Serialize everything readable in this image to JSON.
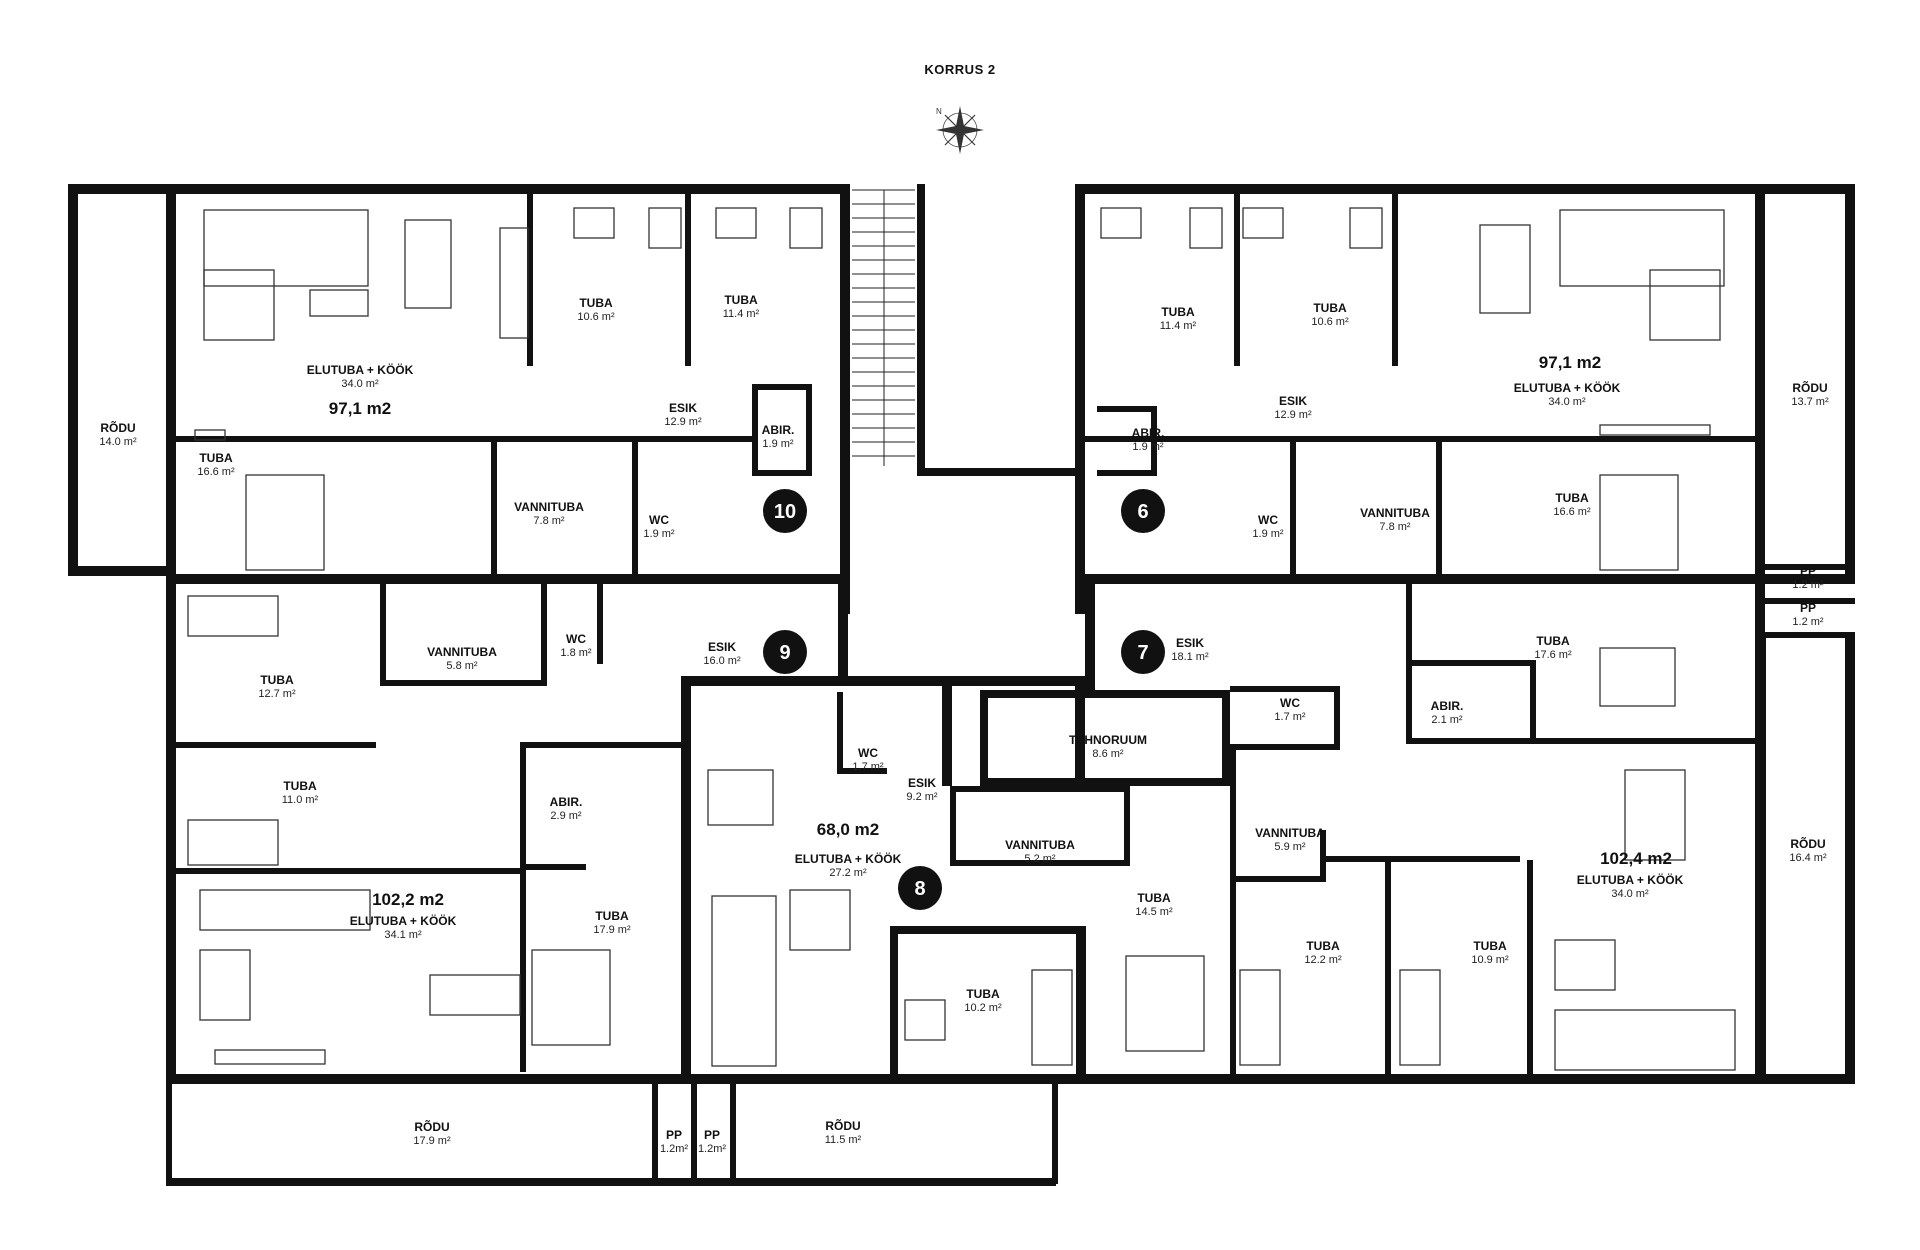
{
  "title": "KORRUS 2",
  "compass": {
    "north_label": "N",
    "icon": "compass-rose-icon"
  },
  "colors": {
    "wall": "#111111",
    "background": "#ffffff",
    "badge": "#111111"
  },
  "apartments": [
    {
      "number": "10",
      "area": "97,1 m2"
    },
    {
      "number": "6",
      "area": "97,1 m2"
    },
    {
      "number": "9",
      "area": "102,2 m2"
    },
    {
      "number": "7",
      "area": "102,4 m2"
    },
    {
      "number": "8",
      "area": "68,0 m2"
    }
  ],
  "rooms": {
    "a10_rodu": {
      "name": "RÕDU",
      "area": "14.0 m²"
    },
    "a10_elutuba": {
      "name": "ELUTUBA + KÖÖK",
      "area": "34.0 m²"
    },
    "a10_tuba1": {
      "name": "TUBA",
      "area": "10.6 m²"
    },
    "a10_tuba2": {
      "name": "TUBA",
      "area": "11.4 m²"
    },
    "a10_esik": {
      "name": "ESIK",
      "area": "12.9 m²"
    },
    "a10_abir": {
      "name": "ABIR.",
      "area": "1.9 m²"
    },
    "a10_tuba3": {
      "name": "TUBA",
      "area": "16.6 m²"
    },
    "a10_vannituba": {
      "name": "VANNITUBA",
      "area": "7.8 m²"
    },
    "a10_wc": {
      "name": "WC",
      "area": "1.9 m²"
    },
    "a6_tuba1": {
      "name": "TUBA",
      "area": "11.4 m²"
    },
    "a6_tuba2": {
      "name": "TUBA",
      "area": "10.6 m²"
    },
    "a6_elutuba": {
      "name": "ELUTUBA + KÖÖK",
      "area": "34.0 m²"
    },
    "a6_rodu": {
      "name": "RÕDU",
      "area": "13.7 m²"
    },
    "a6_esik": {
      "name": "ESIK",
      "area": "12.9 m²"
    },
    "a6_abir": {
      "name": "ABIR.",
      "area": "1.9 m²"
    },
    "a6_wc": {
      "name": "WC",
      "area": "1.9 m²"
    },
    "a6_vannituba": {
      "name": "VANNITUBA",
      "area": "7.8 m²"
    },
    "a6_tuba3": {
      "name": "TUBA",
      "area": "16.6 m²"
    },
    "pp_right1": {
      "name": "PP",
      "area": "1.2 m²"
    },
    "pp_right2": {
      "name": "PP",
      "area": "1.2 m²"
    },
    "a9_vannituba": {
      "name": "VANNITUBA",
      "area": "5.8 m²"
    },
    "a9_wc": {
      "name": "WC",
      "area": "1.8 m²"
    },
    "a9_esik": {
      "name": "ESIK",
      "area": "16.0 m²"
    },
    "a9_tuba1": {
      "name": "TUBA",
      "area": "12.7 m²"
    },
    "a9_tuba2": {
      "name": "TUBA",
      "area": "11.0 m²"
    },
    "a9_abir": {
      "name": "ABIR.",
      "area": "2.9 m²"
    },
    "a9_elutuba": {
      "name": "ELUTUBA + KÖÖK",
      "area": "34.1 m²"
    },
    "a9_tuba3": {
      "name": "TUBA",
      "area": "17.9 m²"
    },
    "a9_rodu": {
      "name": "RÕDU",
      "area": "17.9 m²"
    },
    "pp_bottom1": {
      "name": "PP",
      "area": "1.2m²"
    },
    "pp_bottom2": {
      "name": "PP",
      "area": "1.2m²"
    },
    "a8_rodu": {
      "name": "RÕDU",
      "area": "11.5 m²"
    },
    "a8_wc": {
      "name": "WC",
      "area": "1.7 m²"
    },
    "a8_esik": {
      "name": "ESIK",
      "area": "9.2 m²"
    },
    "a8_elutuba": {
      "name": "ELUTUBA + KÖÖK",
      "area": "27.2 m²"
    },
    "a8_tuba": {
      "name": "TUBA",
      "area": "10.2 m²"
    },
    "tehnoruum": {
      "name": "TEHNORUUM",
      "area": "8.6 m²"
    },
    "a7_vannituba_s": {
      "name": "VANNITUBA",
      "area": "5.2 m²"
    },
    "a7_tuba4": {
      "name": "TUBA",
      "area": "14.5 m²"
    },
    "a7_esik": {
      "name": "ESIK",
      "area": "18.1 m²"
    },
    "a7_wc": {
      "name": "WC",
      "area": "1.7 m²"
    },
    "a7_tuba1": {
      "name": "TUBA",
      "area": "17.6 m²"
    },
    "a7_abir": {
      "name": "ABIR.",
      "area": "2.1 m²"
    },
    "a7_vannituba": {
      "name": "VANNITUBA",
      "area": "5.9 m²"
    },
    "a7_elutuba": {
      "name": "ELUTUBA + KÖÖK",
      "area": "34.0 m²"
    },
    "a7_rodu": {
      "name": "RÕDU",
      "area": "16.4 m²"
    },
    "a7_tuba2": {
      "name": "TUBA",
      "area": "12.2 m²"
    },
    "a7_tuba3": {
      "name": "TUBA",
      "area": "10.9 m²"
    }
  }
}
